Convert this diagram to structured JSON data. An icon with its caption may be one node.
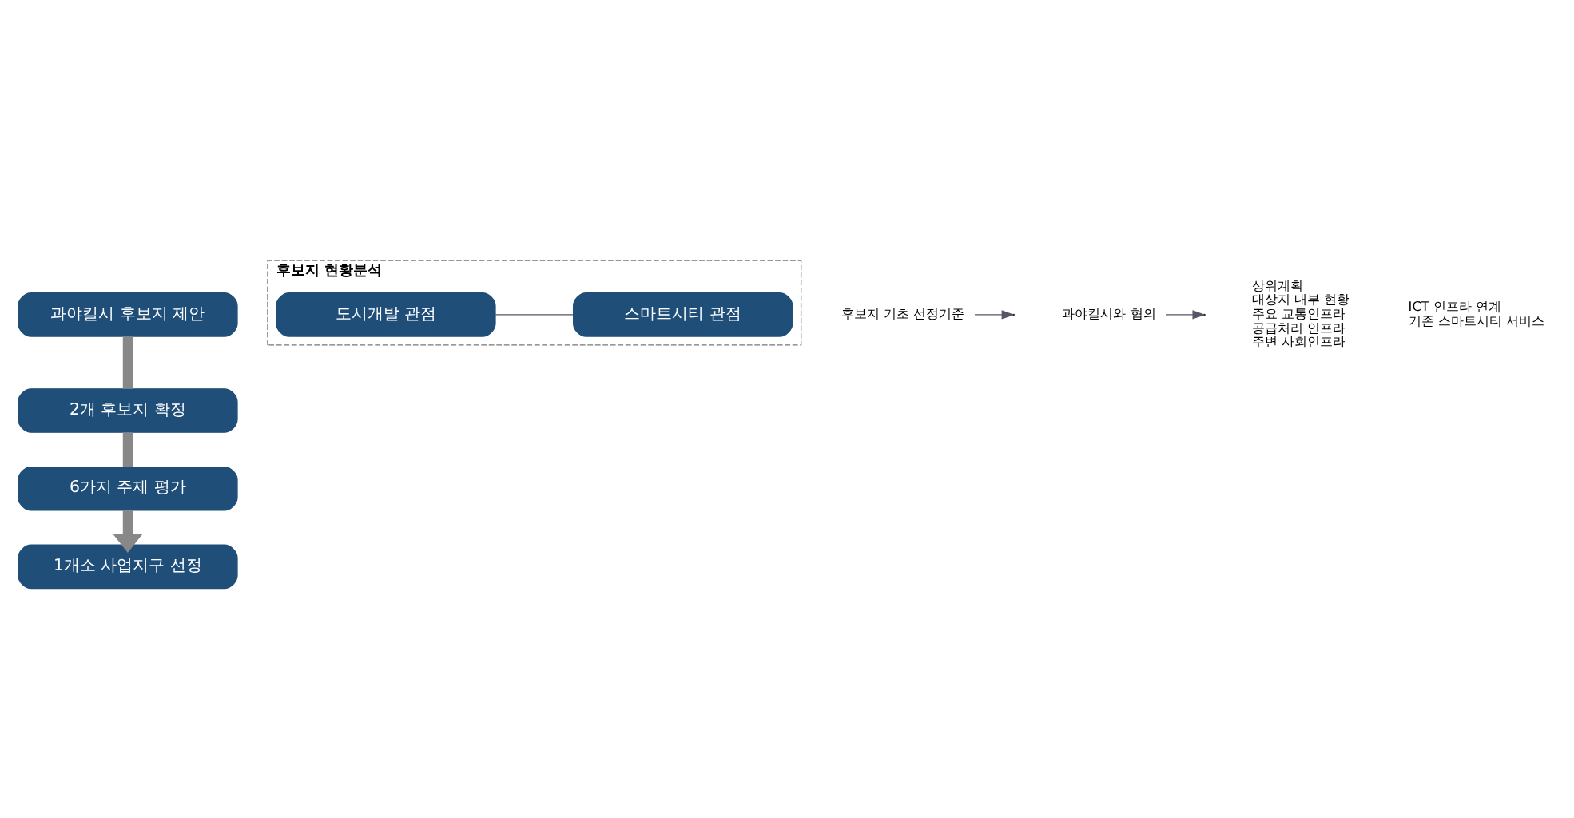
{
  "diagram": {
    "nodes": [
      {
        "text": [
          "과야킬시 후보지 제안"
        ]
      },
      {
        "text": [
          "2개 후보지 확정"
        ]
      },
      {
        "text": [
          "후보지 현황분석"
        ]
      },
      {
        "text": [
          "도시개발 관점"
        ],
        "in": 2,
        "beside": [
          "상위계획",
          "대상지 내부 현황",
          "주요 교통인프라",
          "공급처리 인프라",
          "주변 사회인프라"
        ]
      },
      {
        "text": [
          "스마트시티 관점"
        ],
        "in": 2,
        "beside": [
          "ICT 인프라 연계",
          "기존 스마트시티 서비스"
        ]
      },
      {
        "text": [
          "6가지 주제 평가"
        ]
      },
      {
        "text": [
          "1개소 사업지구 선정"
        ]
      },
      {
        "text": [
          "후보지 기초 선정기준"
        ]
      },
      {
        "text": [
          "과야킬시와 협의"
        ]
      }
    ],
    "edges": [
      {
        "from": 0,
        "to": 1,
        "arrow": "none",
        "style": "thick"
      },
      {
        "from": 1,
        "to": 5,
        "arrow": "none",
        "style": "thick"
      },
      {
        "from": 5,
        "to": 6,
        "arrow": "to",
        "style": "thick"
      },
      {
        "from": 3,
        "to": 4,
        "arrow": "none"
      },
      {
        "from": 7,
        "to": null,
        "arrow": "to"
      },
      {
        "from": 8,
        "to": null,
        "arrow": "to"
      }
    ]
  }
}
